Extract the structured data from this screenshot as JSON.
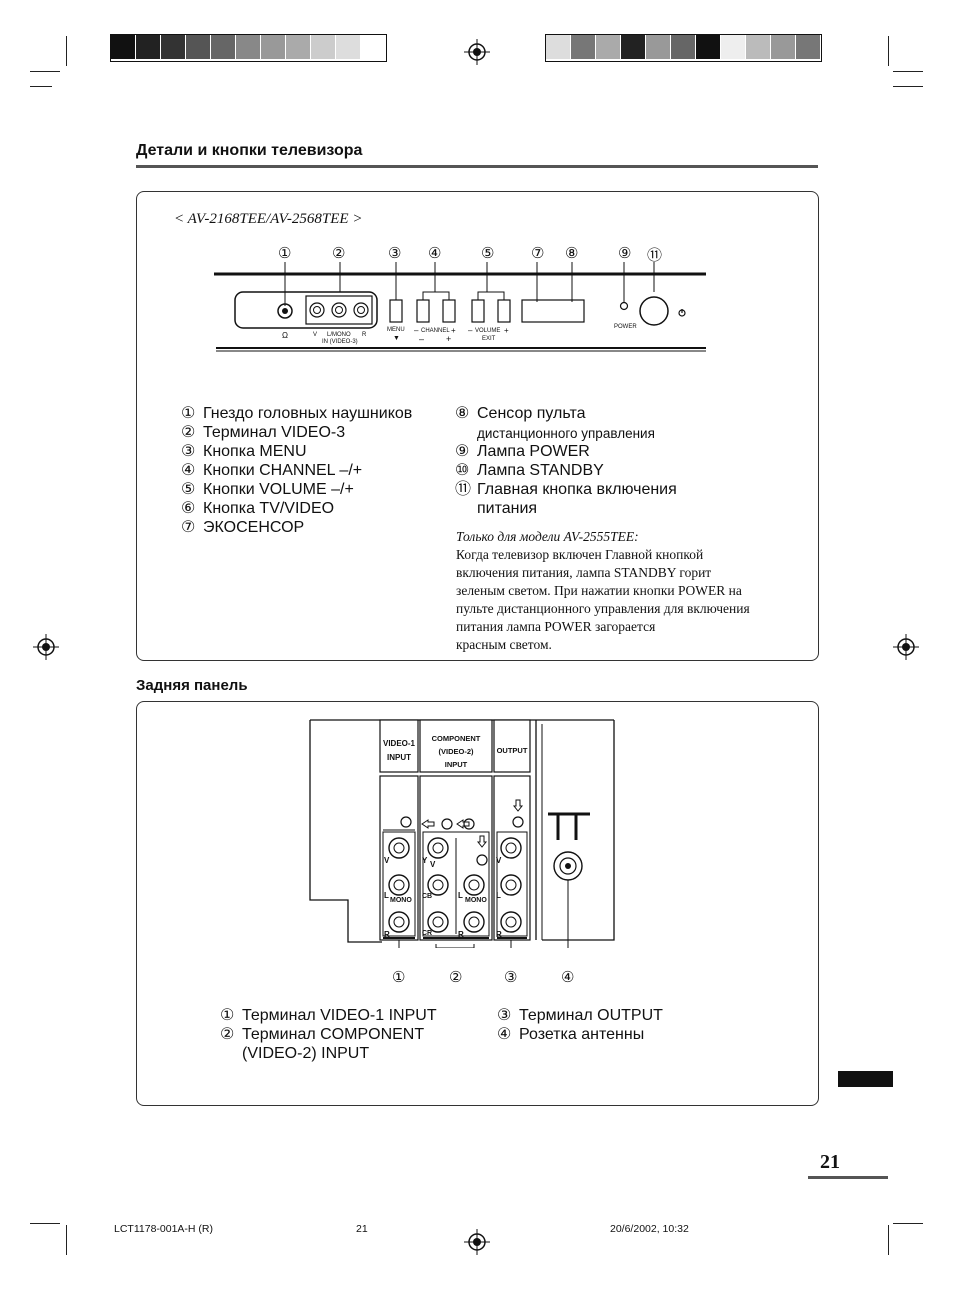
{
  "header": {
    "title": "Детали и кнопки телевизора"
  },
  "front": {
    "model": "< AV-2168TEE/AV-2568TEE >",
    "callouts": [
      "①",
      "②",
      "③",
      "④",
      "⑤",
      "⑦",
      "⑧",
      "⑨",
      "⑪"
    ],
    "panel_labels": {
      "headphone": "Ω",
      "v": "V",
      "lmono": "L/MONO",
      "r": "R",
      "in_video3": "IN (VIDEO-3)",
      "menu": "MENU",
      "channel": "CHANNEL",
      "volume": "VOLUME",
      "exit": "EXIT",
      "power": "POWER",
      "minus": "–",
      "plus": "+",
      "down": "▼"
    },
    "list_left": [
      {
        "num": "①",
        "text": "Гнездо головных наушников"
      },
      {
        "num": "②",
        "text": "Терминал VIDEO-3"
      },
      {
        "num": "③",
        "text": "Кнопка MENU"
      },
      {
        "num": "④",
        "text": "Кнопки CHANNEL –/+"
      },
      {
        "num": "⑤",
        "text": "Кнопки VOLUME –/+"
      },
      {
        "num": "⑥",
        "text": "Кнопка TV/VIDEO"
      },
      {
        "num": "⑦",
        "text": "ЭКОСЕНСОР"
      }
    ],
    "list_right": [
      {
        "num": "⑧",
        "text": "Сенсор пульта",
        "sub": "дистанционного управления"
      },
      {
        "num": "⑨",
        "text": "Лампа POWER"
      },
      {
        "num": "⑩",
        "text": "Лампа STANDBY"
      },
      {
        "num": "⑪",
        "text": "Главная кнопка включения",
        "sub": "питания"
      }
    ],
    "note_title": "Только для модели AV-2555TEE:",
    "note_lines": [
      "Когда телевизор включен Главной кнопкой",
      "включения питания, лампа STANDBY горит",
      "зеленым светом. При нажатии кнопки POWER на",
      "пульте дистанционного управления для включения",
      "питания лампа POWER загорается",
      "красным светом."
    ]
  },
  "rear": {
    "title": "Задняя панель",
    "labels": {
      "video1": [
        "VIDEO-1",
        "INPUT"
      ],
      "component": [
        "COMPONENT",
        "(VIDEO-2)",
        "INPUT"
      ],
      "output": "OUTPUT",
      "v": "V",
      "l": "L",
      "mono": "MONO",
      "r": "R",
      "y": "Y",
      "cb": "CB",
      "cr": "CR"
    },
    "callouts": [
      "①",
      "②",
      "③",
      "④"
    ],
    "list_left": [
      {
        "num": "①",
        "text": "Терминал VIDEO-1 INPUT"
      },
      {
        "num": "②",
        "text": "Терминал COMPONENT"
      },
      {
        "num": "",
        "text": "(VIDEO-2) INPUT"
      }
    ],
    "list_right": [
      {
        "num": "③",
        "text": "Терминал OUTPUT"
      },
      {
        "num": "④",
        "text": "Розетка антенны"
      }
    ]
  },
  "page_number": "21",
  "footer": {
    "left": "LCT1178-001A-H (R)",
    "center": "21",
    "right": "20/6/2002, 10:32"
  }
}
